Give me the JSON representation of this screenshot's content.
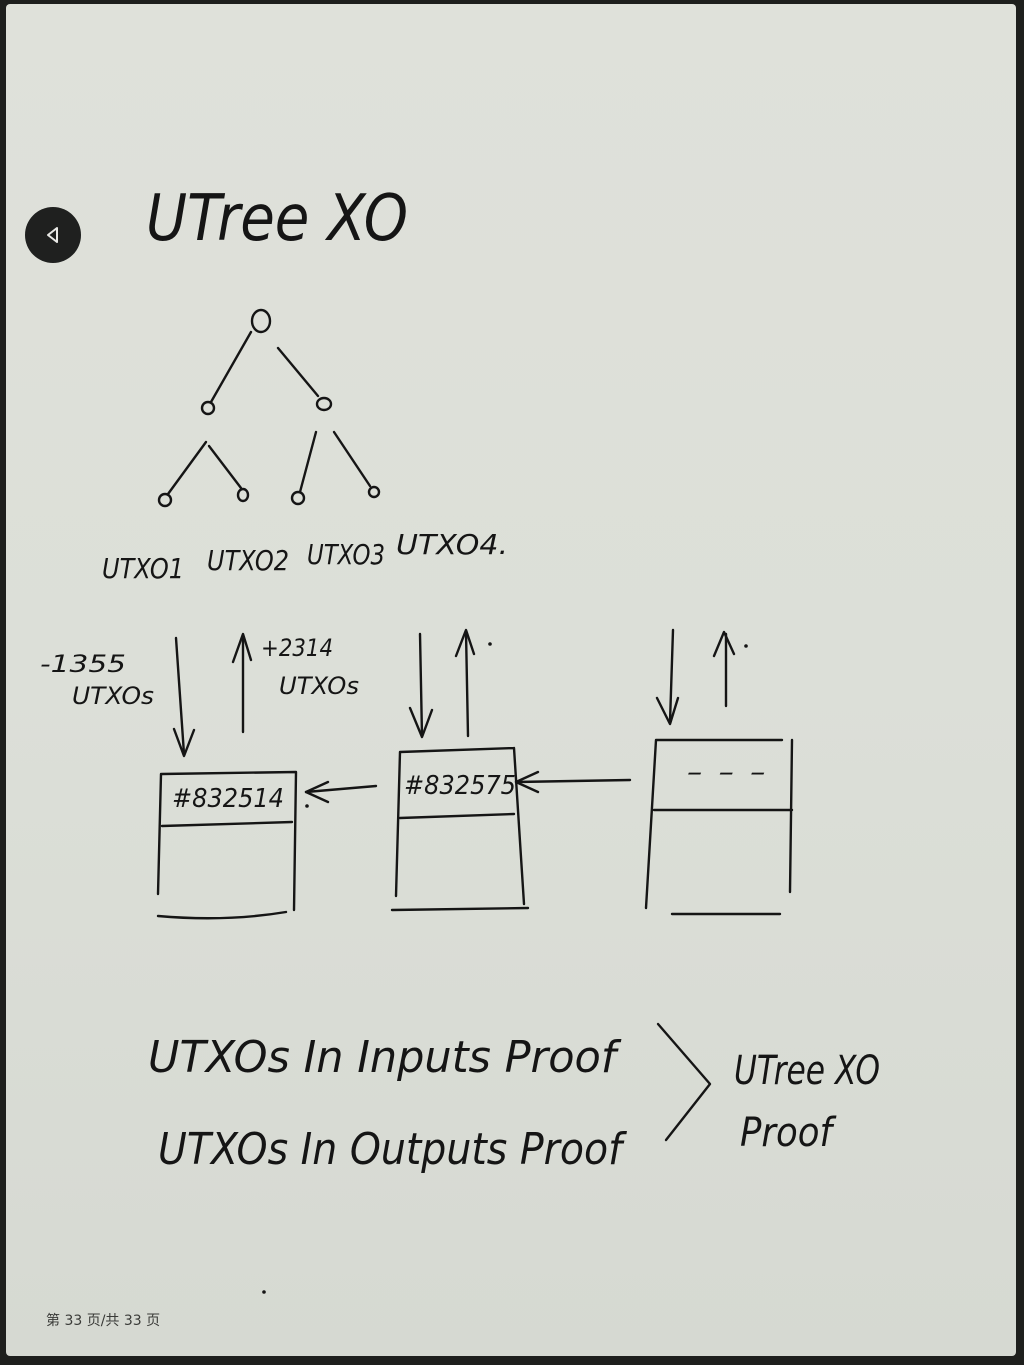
{
  "title": "UTree XO",
  "tree": {
    "leaf_labels": [
      "UTXO1",
      "UTXO2",
      "UTXO3",
      "UTXO4."
    ]
  },
  "flow": {
    "removed_count": "-1355",
    "removed_unit": "UTXOs",
    "added_count": "+2314",
    "added_unit": "UTXOs",
    "blocks": [
      {
        "label": "#832514"
      },
      {
        "label": "#832575"
      },
      {
        "label": "- - -"
      }
    ]
  },
  "proofs": {
    "inputs": "UTXOs In Inputs Proof",
    "outputs": "UTXOs In Outputs Proof",
    "result_line1": "UTree XO",
    "result_line2": "Proof"
  },
  "footer": {
    "page_indicator": "第 33 页/共 33 页"
  },
  "icons": {
    "back": "back-triangle-icon"
  },
  "colors": {
    "paper": "#dcdfd8",
    "ink": "#151515",
    "button": "#1f201f"
  }
}
